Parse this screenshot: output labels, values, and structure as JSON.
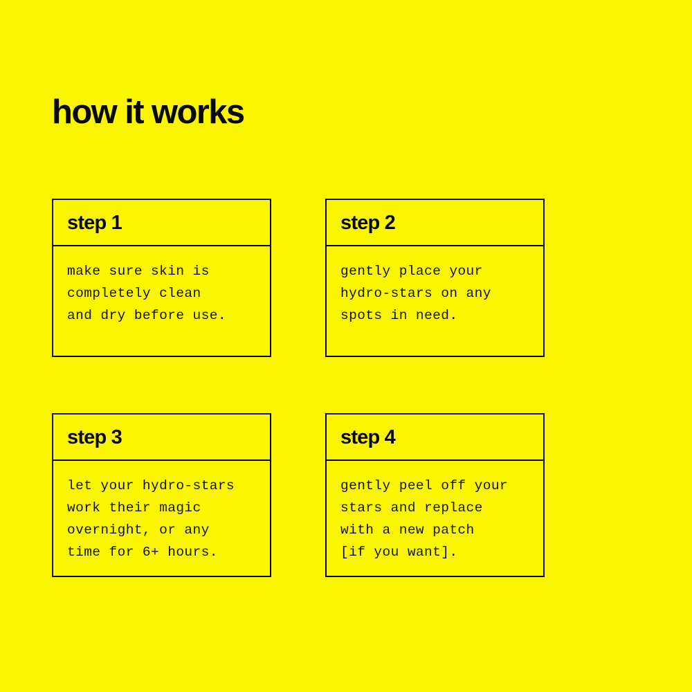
{
  "theme": {
    "background_color": "#faf500",
    "ink_color": "#0a0a05",
    "border_color": "#0a0a05"
  },
  "header": {
    "title": "how it works"
  },
  "steps": [
    {
      "label": "step 1",
      "lines": [
        "make sure skin is",
        "completely clean",
        "and dry before use."
      ]
    },
    {
      "label": "step 2",
      "lines": [
        "gently place your",
        "hydro-stars on any",
        "spots in need."
      ]
    },
    {
      "label": "step 3",
      "lines": [
        "let your hydro-stars",
        "work their magic",
        "overnight, or any",
        "time for 6+ hours."
      ]
    },
    {
      "label": "step 4",
      "lines": [
        "gently peel off your",
        "stars and replace",
        "with a new patch",
        "[if you want]."
      ]
    }
  ]
}
